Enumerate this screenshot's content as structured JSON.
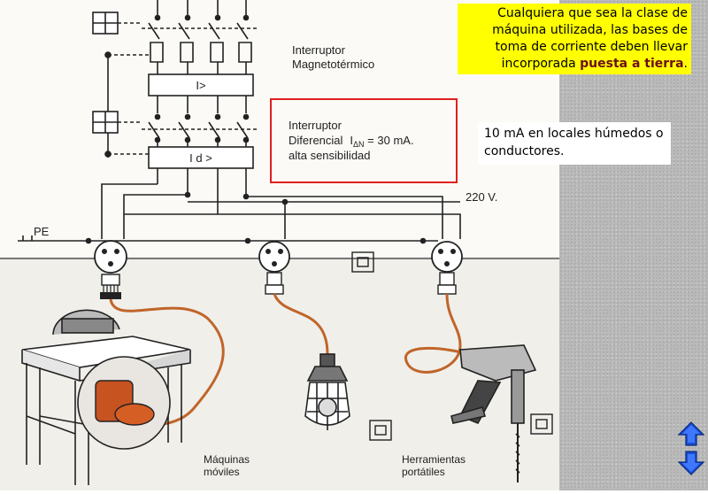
{
  "labels": {
    "magnetotermico_line1": "Interruptor",
    "magnetotermico_line2": "Magnetotérmico",
    "magnetotermico_symbol": "I>",
    "diferencial_line1": "Interruptor",
    "diferencial_line2": "Diferencial",
    "diferencial_formula_pre": "I",
    "diferencial_formula_sub": "ΔN",
    "diferencial_formula_post": " = 30 mA.",
    "diferencial_line3": "alta sensibilidad",
    "diferencial_symbol": "I d >",
    "voltage": "220 V.",
    "pe": "PE",
    "maquinas_line1": "Máquinas",
    "maquinas_line2": "móviles",
    "herramientas_line1": "Herramientas",
    "herramientas_line2": "portátiles"
  },
  "note_yellow": {
    "text_before": "Cualquiera que sea la clase de máquina utilizada, las bases de toma de corriente deben llevar incorporada ",
    "highlight": "puesta a tierra",
    "text_after": "."
  },
  "note_white": {
    "text": "10 mA en locales húmedos o conductores."
  },
  "colors": {
    "yellow_note": "#ffff00",
    "highlight_text": "#6b0f1a",
    "red_box": "#e02020",
    "cable": "#c0652a",
    "nav_arrow": "#1a4fd0"
  },
  "icons": {
    "up": "arrow-up-icon",
    "down": "arrow-down-icon"
  }
}
